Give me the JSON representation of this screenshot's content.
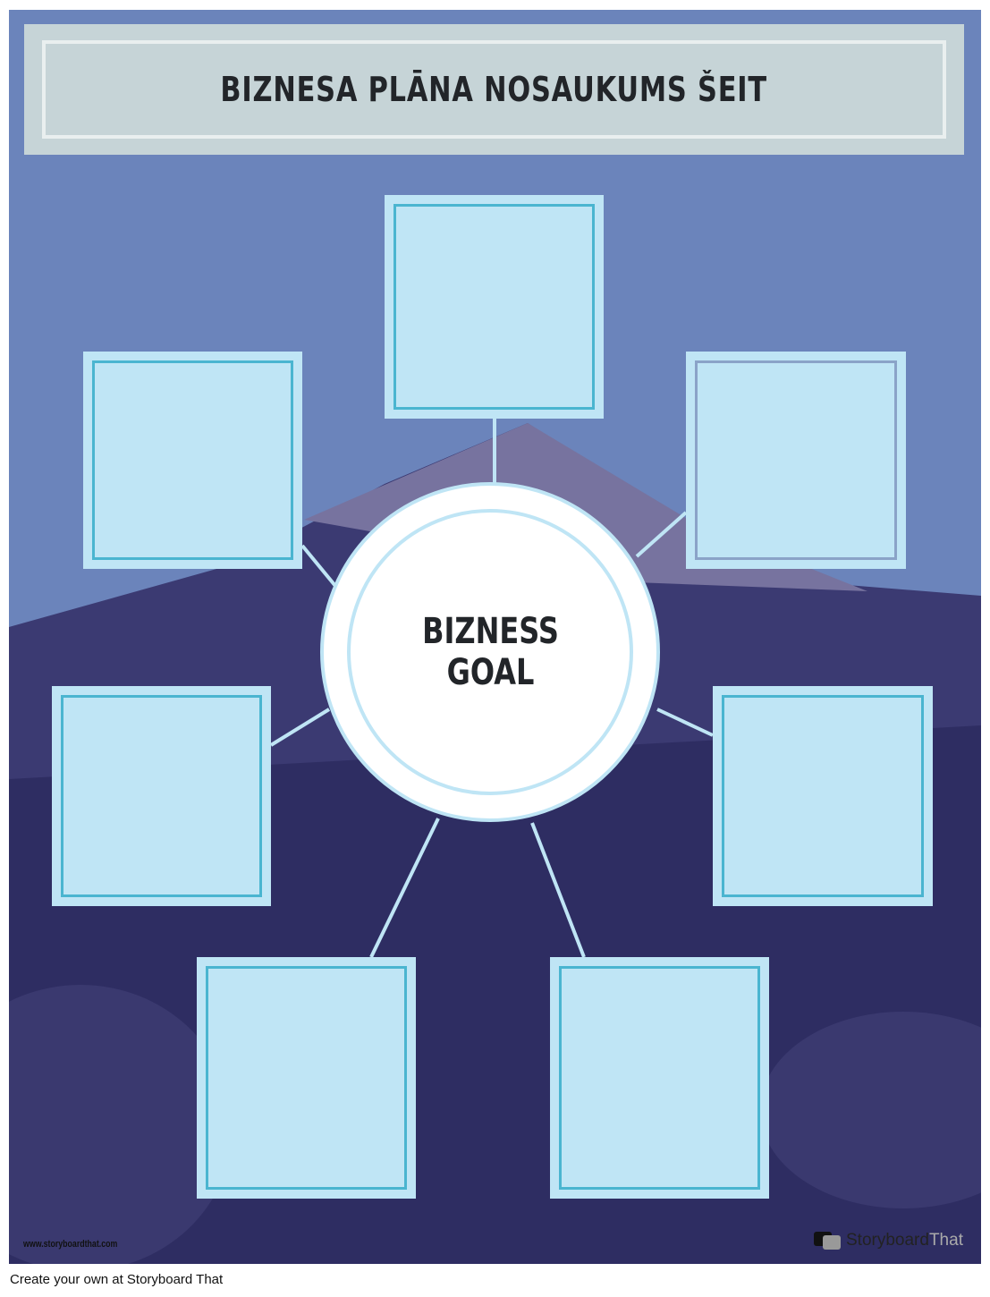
{
  "title": "BIZNESA PLĀNA NOSAUKUMS ŠEIT",
  "center": {
    "line1": "BIZNESS",
    "line2": "GOAL"
  },
  "watermark_url": "www.storyboardthat.com",
  "logo": {
    "part1": "Storyboard",
    "part2": "That"
  },
  "footer": "Create your own at Storyboard That",
  "colors": {
    "sky": "#6b84bb",
    "mountain": "#3b3a72",
    "box": "#bfe5f5",
    "box_border": "#4ab5d0",
    "title_bg": "#c6d4d7"
  }
}
